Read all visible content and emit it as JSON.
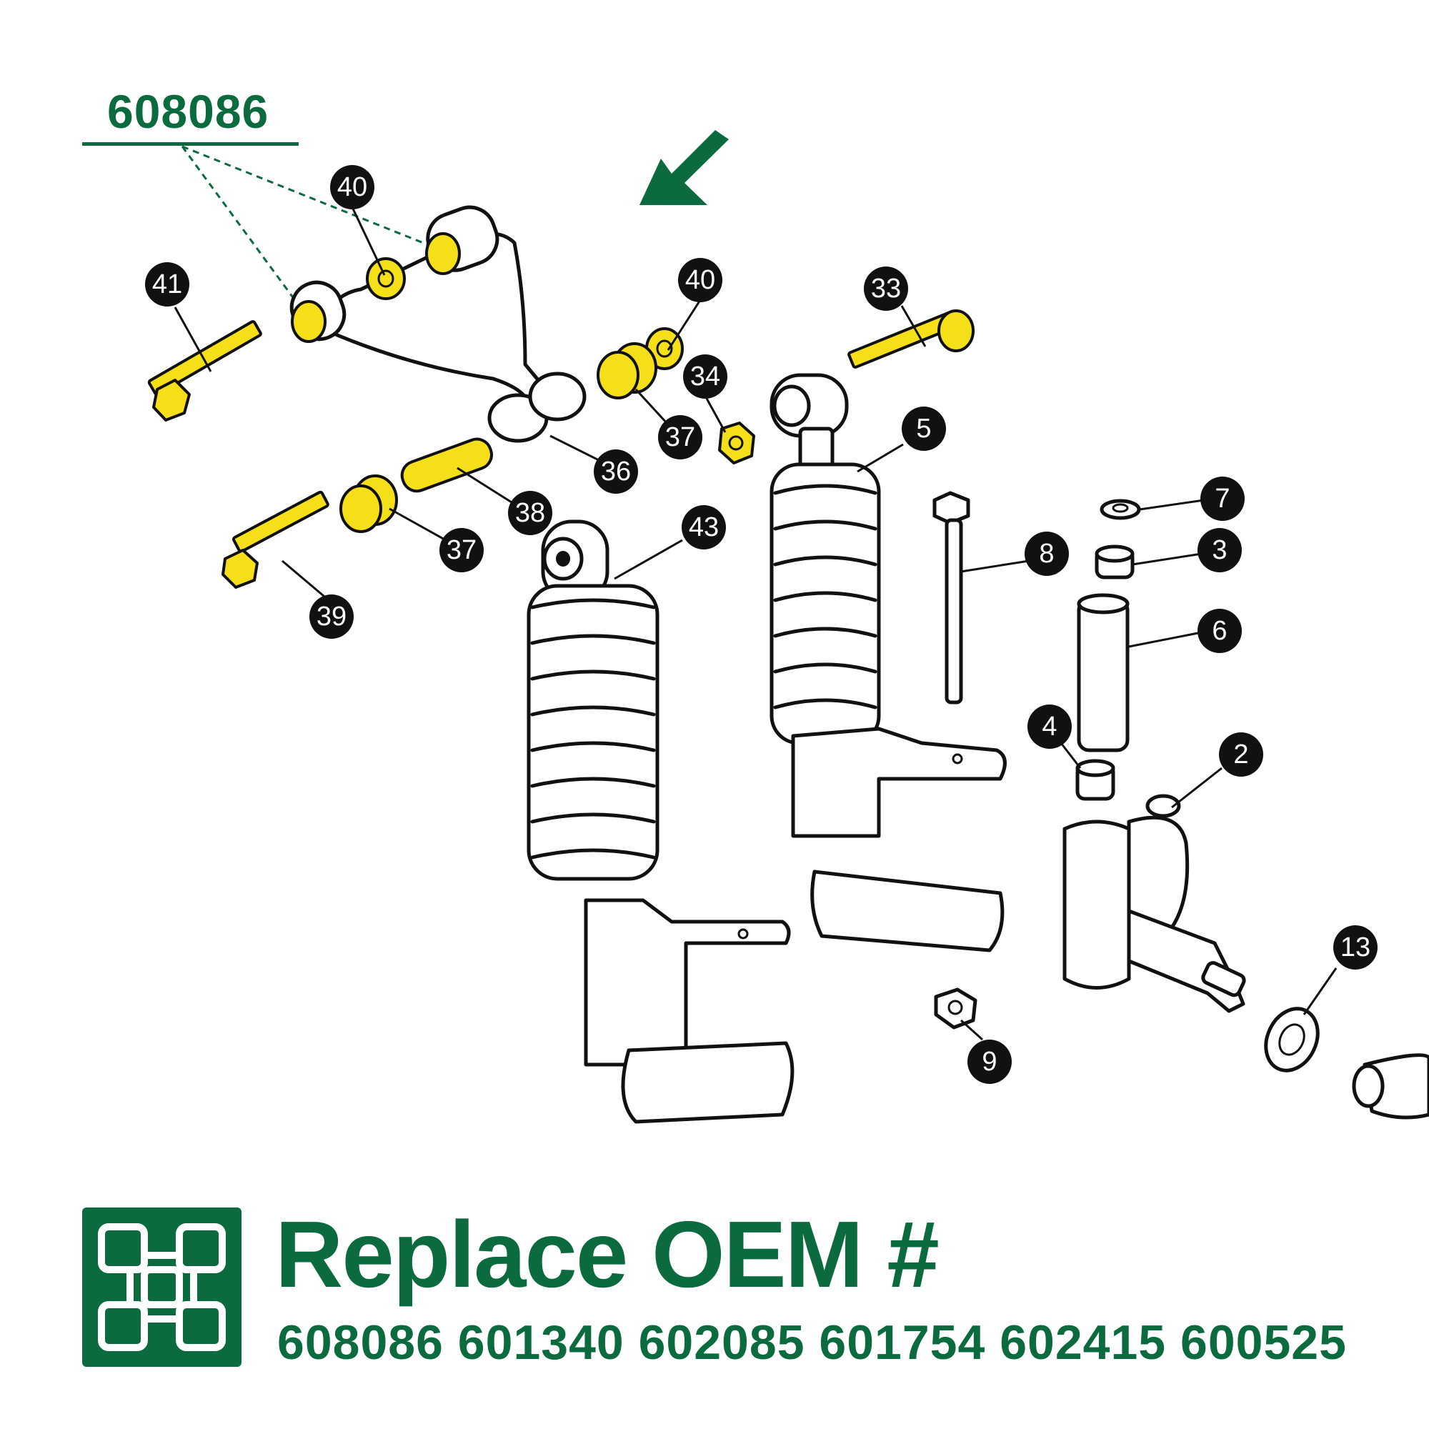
{
  "kit_number": "608086",
  "accent_color": "#0b6b3f",
  "highlight_color": "#f5df19",
  "callouts": [
    "40",
    "41",
    "40",
    "33",
    "34",
    "37",
    "36",
    "38",
    "37",
    "39",
    "43",
    "5",
    "7",
    "8",
    "3",
    "6",
    "4",
    "2",
    "13",
    "9"
  ],
  "footer": {
    "logo_icon": "green-square-logo-icon",
    "title": "Replace OEM #",
    "oem_numbers": "608086 601340 602085 601754 602415 600525"
  }
}
